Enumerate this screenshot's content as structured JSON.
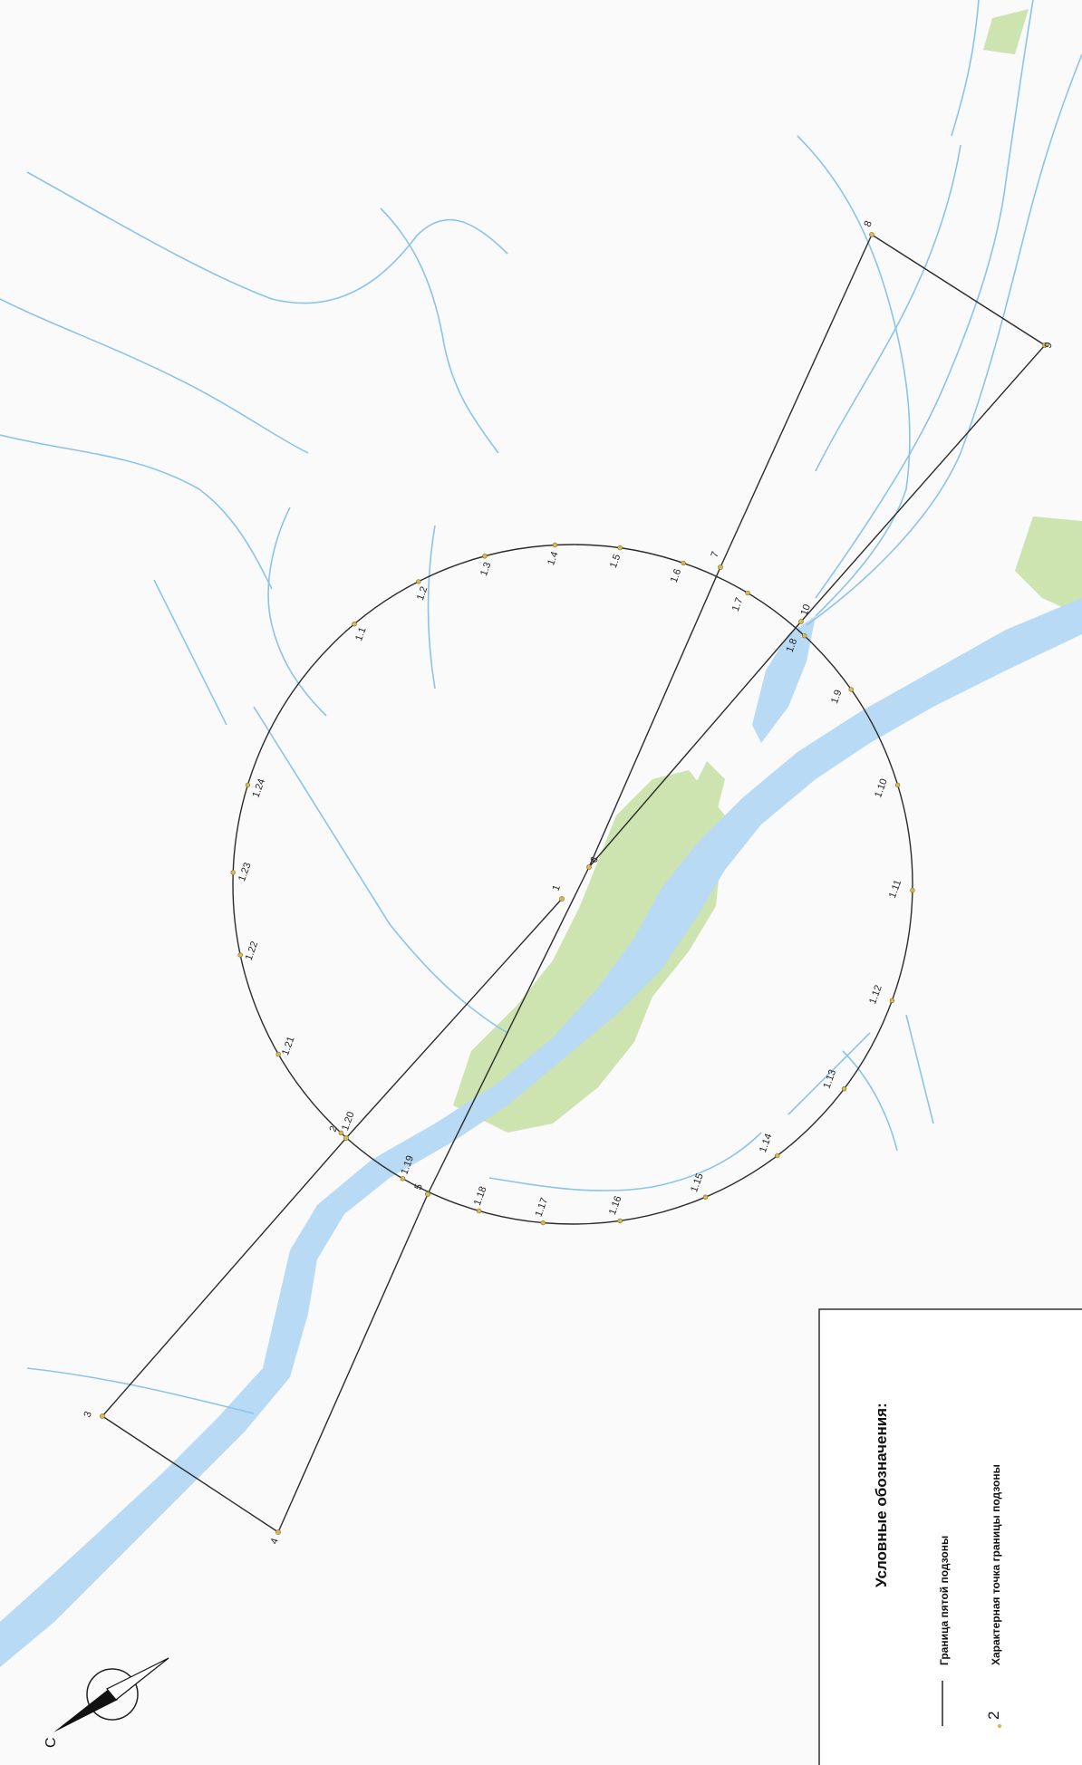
{
  "map": {
    "colors": {
      "background": "#fafafa",
      "water": "#b8daf5",
      "water_line": "#8cc3ec",
      "vegetation": "#cde3b0",
      "boundary": "#2b2b2b",
      "point": "#d9b85a"
    },
    "boundary_points": [
      {
        "label": "1"
      },
      {
        "label": "2"
      },
      {
        "label": "3"
      },
      {
        "label": "4"
      },
      {
        "label": "5"
      },
      {
        "label": "6"
      },
      {
        "label": "7"
      },
      {
        "label": "8"
      },
      {
        "label": "9"
      },
      {
        "label": "10"
      }
    ],
    "circle_points": [
      {
        "label": "1.1"
      },
      {
        "label": "1.2"
      },
      {
        "label": "1.3"
      },
      {
        "label": "1.4"
      },
      {
        "label": "1.5"
      },
      {
        "label": "1.6"
      },
      {
        "label": "1.7"
      },
      {
        "label": "1.8"
      },
      {
        "label": "1.9"
      },
      {
        "label": "1.10"
      },
      {
        "label": "1.11"
      },
      {
        "label": "1.12"
      },
      {
        "label": "1.13"
      },
      {
        "label": "1.14"
      },
      {
        "label": "1.15"
      },
      {
        "label": "1.16"
      },
      {
        "label": "1.17"
      },
      {
        "label": "1.18"
      },
      {
        "label": "1.19"
      },
      {
        "label": "1.20"
      },
      {
        "label": "1.21"
      },
      {
        "label": "1.22"
      },
      {
        "label": "1.23"
      },
      {
        "label": "1.24"
      }
    ],
    "compass": {
      "label": "С",
      "icon": "compass-rose-icon"
    }
  },
  "legend": {
    "title": "Условные обозначения:",
    "items": [
      {
        "symbol": "line",
        "label": "Граница пятой подзоны"
      },
      {
        "symbol": "point",
        "sample": "2",
        "label": "Характерная точка границы подзоны"
      }
    ]
  }
}
